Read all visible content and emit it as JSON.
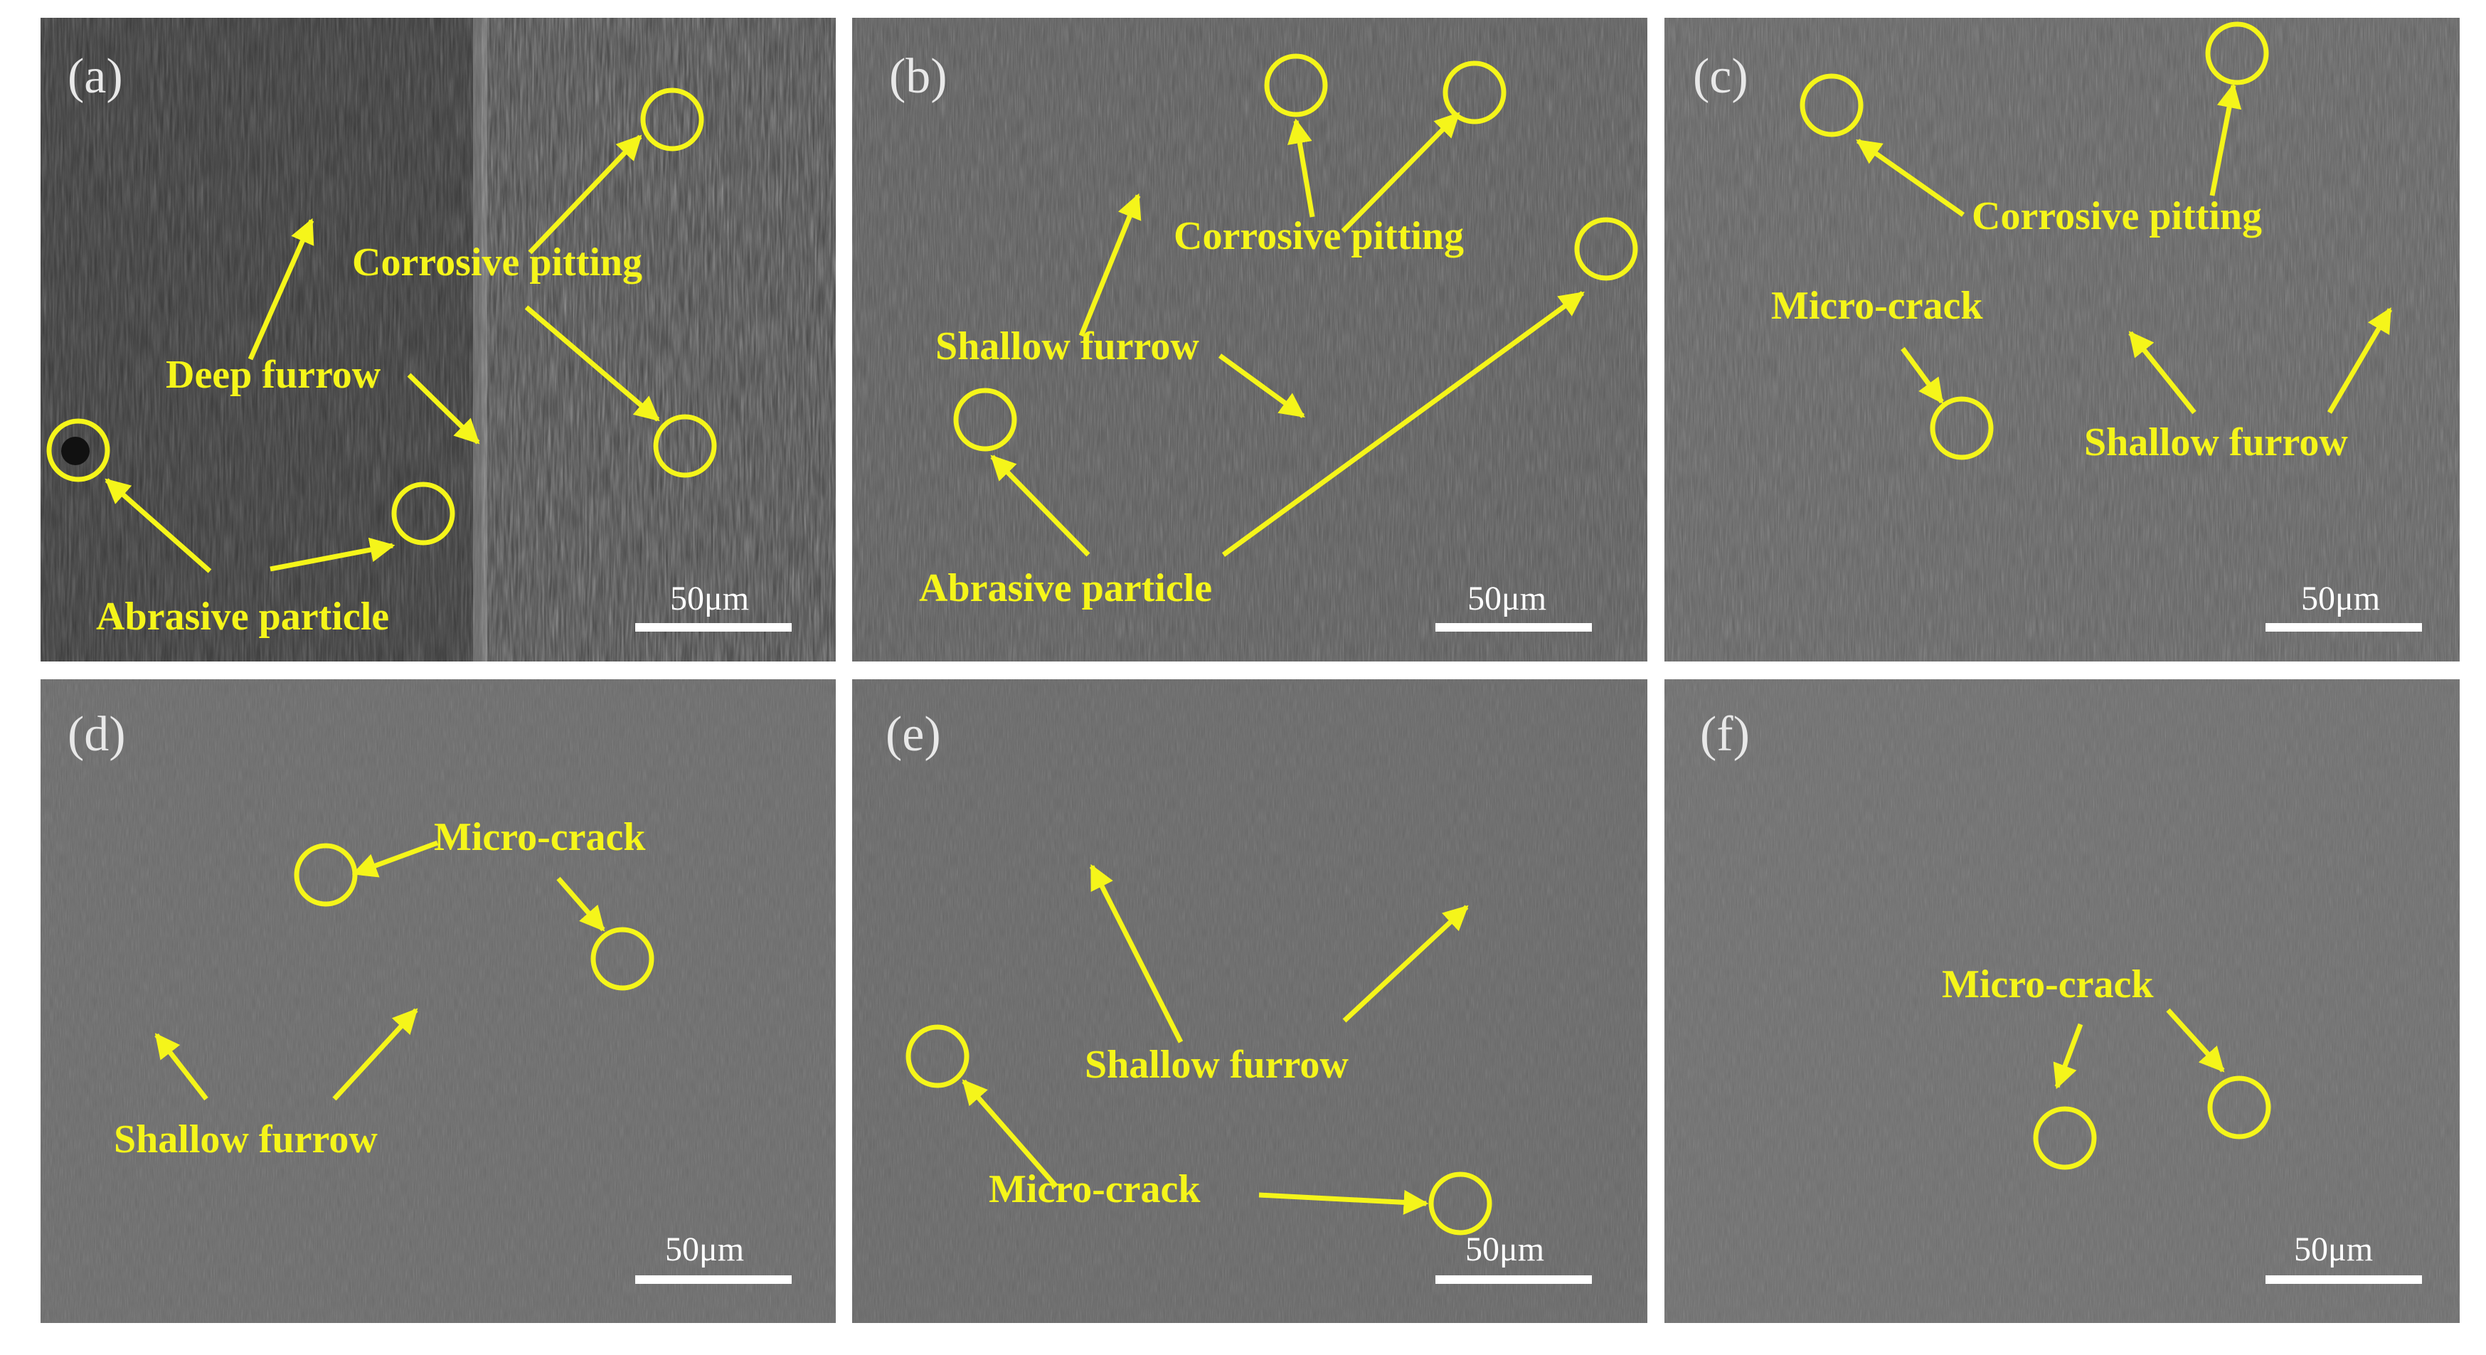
{
  "colors": {
    "annotation": "#f5f51a",
    "scalebar": "#ffffff",
    "background": "#ffffff",
    "micrograph_gray": "#5c5c5c"
  },
  "panels": [
    {
      "tag": "(a)",
      "scale": "50μm",
      "labels": [
        "Corrosive pitting",
        "Deep furrow",
        "Abrasive particle"
      ]
    },
    {
      "tag": "(b)",
      "scale": "50μm",
      "labels": [
        "Corrosive pitting",
        "Shallow furrow",
        "Abrasive particle"
      ]
    },
    {
      "tag": "(c)",
      "scale": "50μm",
      "labels": [
        "Corrosive pitting",
        "Micro-crack",
        "Shallow furrow"
      ]
    },
    {
      "tag": "(d)",
      "scale": "50μm",
      "labels": [
        "Micro-crack",
        "Shallow furrow"
      ]
    },
    {
      "tag": "(e)",
      "scale": "50μm",
      "labels": [
        "Shallow furrow",
        "Micro-crack"
      ]
    },
    {
      "tag": "(f)",
      "scale": "50μm",
      "labels": [
        "Micro-crack"
      ]
    }
  ]
}
